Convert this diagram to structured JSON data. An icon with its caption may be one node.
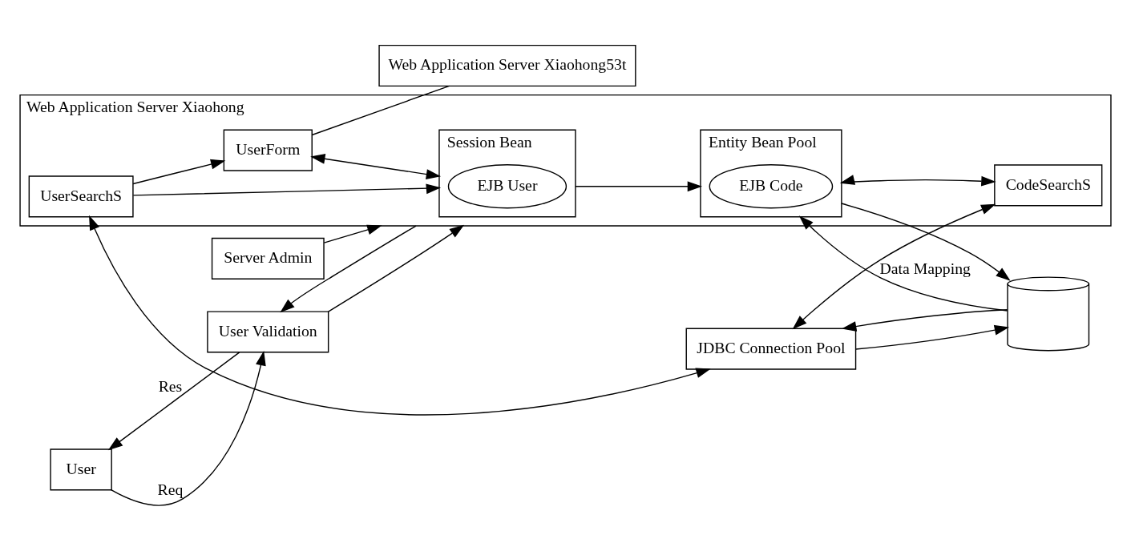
{
  "diagram": {
    "nodes": [
      {
        "text": [
          "Web Application Server Xiaohong53t"
        ]
      },
      {
        "text": [
          "Web Application Server Xiaohong"
        ]
      },
      {
        "text": [
          "Server Admin"
        ]
      },
      {
        "text": [
          "Entity Bean Pool"
        ],
        "in": 1
      },
      {
        "text": [
          "EJB Code"
        ],
        "in": 3
      },
      {
        "text": [
          "CodeSearchS"
        ],
        "in": 1
      },
      {
        "text": [
          "Session Bean"
        ],
        "in": 1
      },
      {
        "text": [
          "EJB User"
        ],
        "in": 6
      },
      {
        "text": [
          "UserSearchS"
        ],
        "in": 1
      },
      {
        "text": [
          "UserForm"
        ],
        "in": 1
      },
      {
        "text": [
          "User Validation"
        ]
      },
      {
        "text": [
          "User"
        ]
      },
      {
        "text": [
          "JDBC Connection Pool"
        ]
      },
      {
        "text": [],
        "shape": "cylinder"
      }
    ],
    "edges": [
      {
        "from": 2,
        "to": 1,
        "arrow": "to"
      },
      {
        "from": 3,
        "to": 13,
        "arrow": "to"
      },
      {
        "from": 13,
        "to": 3,
        "arrow": "to",
        "label": "Data Mapping"
      },
      {
        "from": 3,
        "to": 5,
        "arrow": "both"
      },
      {
        "from": 5,
        "to": 12,
        "arrow": "both"
      },
      {
        "from": 12,
        "to": 8,
        "arrow": "both"
      },
      {
        "from": 12,
        "to": 13,
        "arrow": "to"
      },
      {
        "from": 13,
        "to": 12,
        "arrow": "to"
      },
      {
        "from": 6,
        "to": 3,
        "arrow": "to"
      },
      {
        "from": 8,
        "to": 6,
        "arrow": "to"
      },
      {
        "from": 8,
        "to": 9,
        "arrow": "to"
      },
      {
        "from": 9,
        "to": 6,
        "arrow": "both"
      },
      {
        "from": 9,
        "to": 0,
        "arrow": "none"
      },
      {
        "from": 11,
        "to": 10,
        "arrow": "to",
        "label": "Req"
      },
      {
        "from": 10,
        "to": 1,
        "arrow": "to"
      },
      {
        "from": 1,
        "to": 10,
        "arrow": "to"
      },
      {
        "from": 10,
        "to": 11,
        "arrow": "to",
        "label": "Res"
      }
    ]
  }
}
